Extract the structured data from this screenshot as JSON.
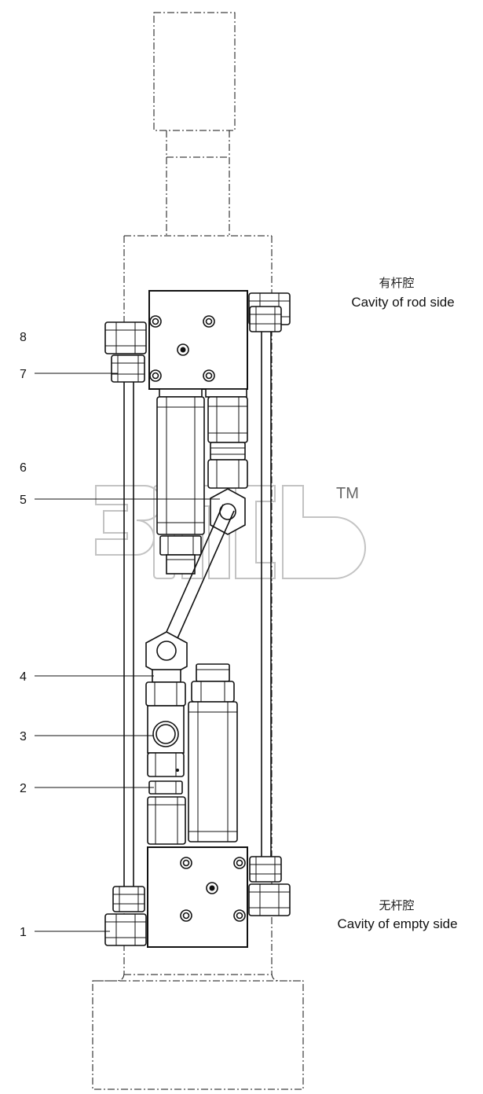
{
  "labels": {
    "rod_side_cn": "有杆腔",
    "rod_side_en": "Cavity of rod side",
    "empty_side_cn": "无杆腔",
    "empty_side_en": "Cavity of empty side"
  },
  "callouts": [
    "8",
    "7",
    "6",
    "5",
    "4",
    "3",
    "2",
    "1"
  ],
  "watermark": {
    "mark": "TM"
  },
  "colors": {
    "line": "#111111",
    "background": "#ffffff",
    "watermark": "#cccccc"
  }
}
